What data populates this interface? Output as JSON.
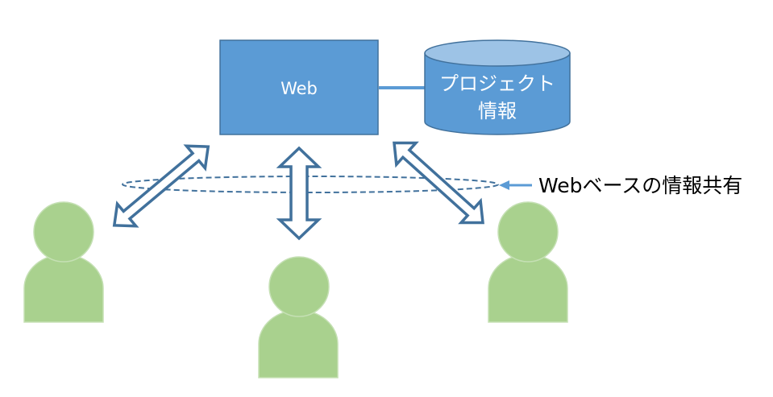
{
  "web_box": {
    "label": "Web"
  },
  "database": {
    "label_line1": "プロジェクト",
    "label_line2": "情報"
  },
  "annotation": {
    "label": "Webベースの情報共有"
  },
  "colors": {
    "box_fill": "#5b9bd5",
    "box_stroke": "#41719c",
    "db_top": "#9dc3e6",
    "arrow_stroke": "#41719c",
    "person_fill": "#a9d18e",
    "person_stroke": "#c5e0b4",
    "pointer": "#5b9bd5"
  },
  "users": [
    {
      "name": "user-left"
    },
    {
      "name": "user-center"
    },
    {
      "name": "user-right"
    }
  ]
}
